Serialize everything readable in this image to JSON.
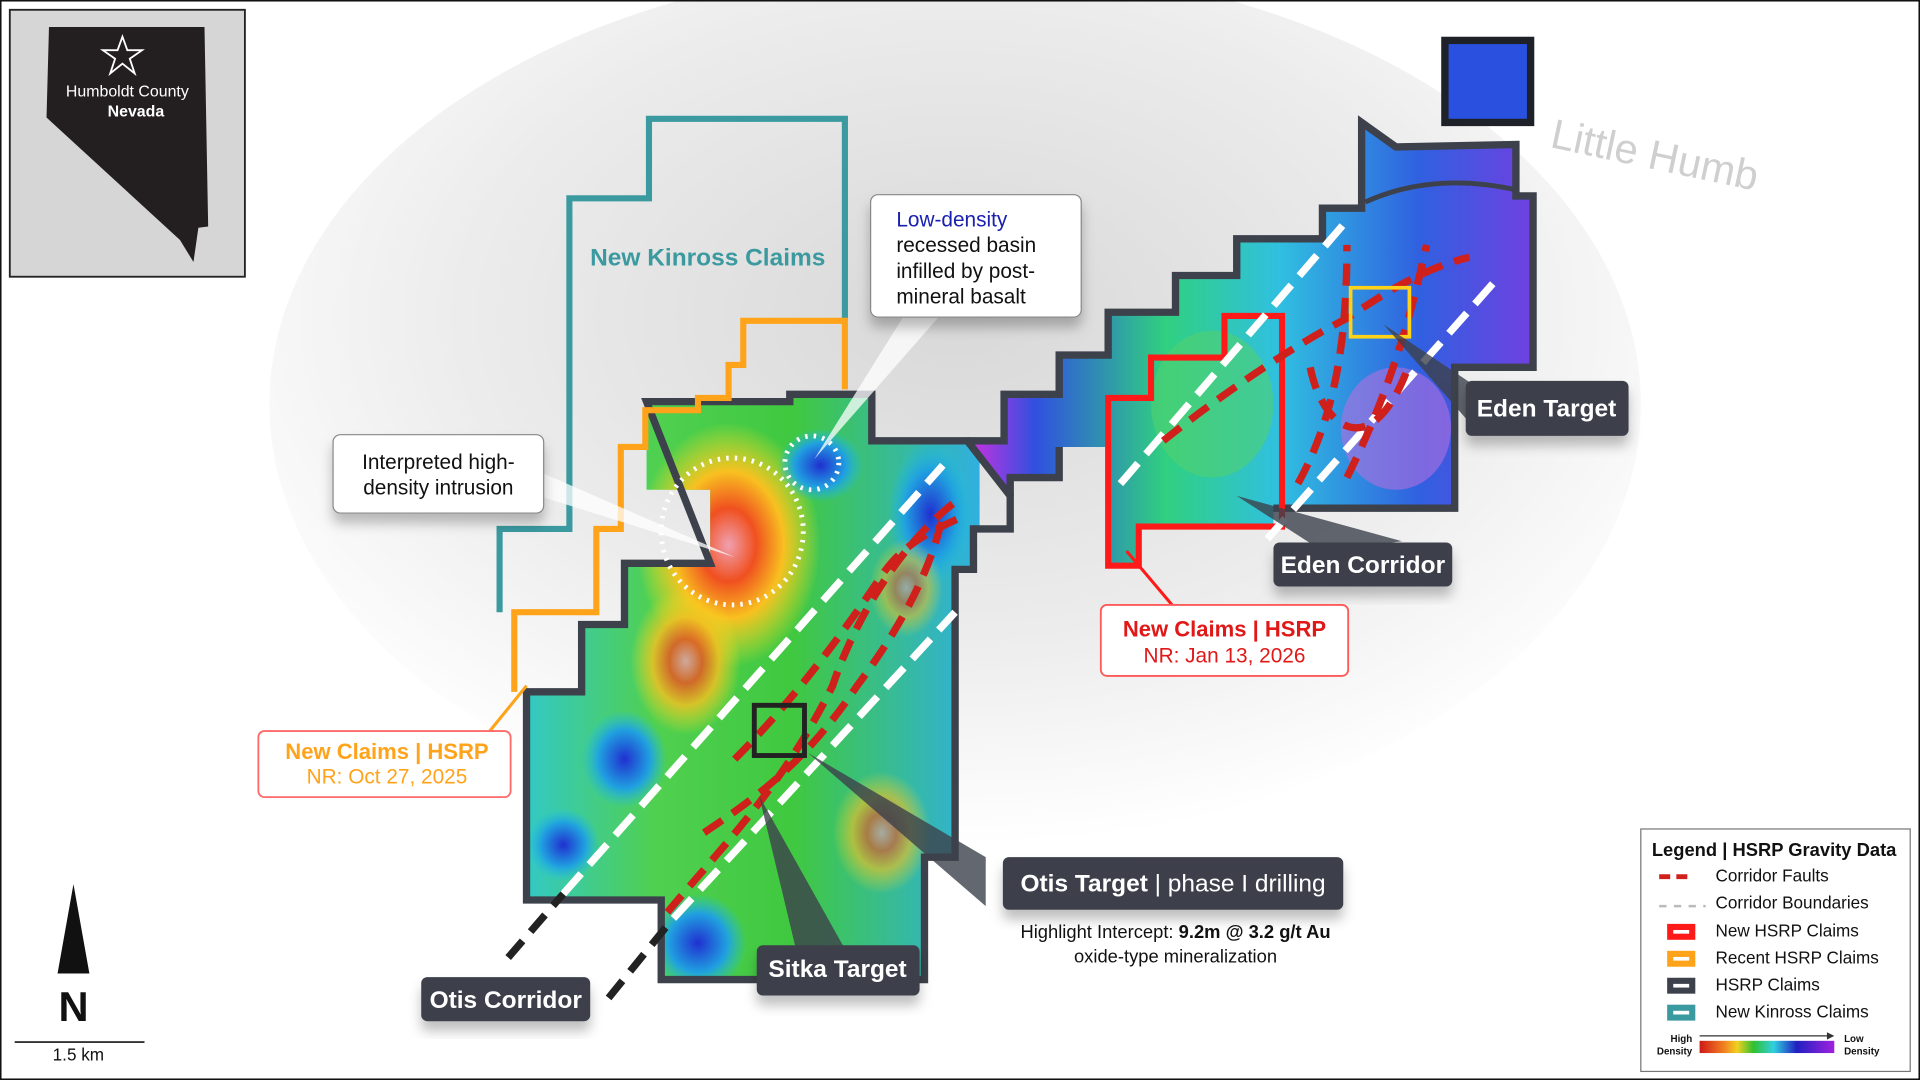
{
  "inset": {
    "county": "Humboldt County",
    "state": "Nevada"
  },
  "labels": {
    "kinross": "New Kinross Claims",
    "low_density_colored": "Low-density",
    "low_density_lines": [
      "recessed basin",
      "infilled by post-",
      "mineral basalt"
    ],
    "intrusion_lines": [
      "Interpreted high-",
      "density intrusion"
    ],
    "eden_target": "Eden Target",
    "eden_corridor": "Eden Corridor",
    "new_claims_jan_title": "New Claims | HSRP",
    "new_claims_jan_date": "NR: Jan 13, 2026",
    "new_claims_oct_title": "New Claims  | HSRP",
    "new_claims_oct_date": "NR: Oct 27, 2025",
    "otis_target_bold": "Otis Target",
    "otis_target_rest": " | phase I drilling",
    "highlight_prefix": "Highlight Intercept: ",
    "highlight_value": "9.2m @ 3.2 g/t Au",
    "highlight_line2": "oxide-type mineralization",
    "sitka_target": "Sitka Target",
    "otis_corridor": "Otis Corridor",
    "basemap_place": "Little Humb"
  },
  "north_arrow": "N",
  "scale_bar": "1.5 km",
  "legend": {
    "title": "Legend | HSRP Gravity Data",
    "items": [
      {
        "label": "Corridor Faults",
        "color": "#d0201c",
        "type": "dash"
      },
      {
        "label": "Corridor Boundaries",
        "color": "#bbbbbb",
        "type": "dash-light"
      },
      {
        "label": "New HSRP Claims",
        "color": "#ff1a1a",
        "type": "box"
      },
      {
        "label": "Recent HSRP Claims",
        "color": "#ffa31a",
        "type": "box"
      },
      {
        "label": "HSRP Claims",
        "color": "#3c414b",
        "type": "box"
      },
      {
        "label": "New Kinross Claims",
        "color": "#3a9aa0",
        "type": "box"
      }
    ],
    "ramp_high": [
      "High",
      "Density"
    ],
    "ramp_low": [
      "Low",
      "Density"
    ]
  },
  "colors": {
    "hsrp": "#3c414b",
    "new": "#ff1a1a",
    "recent": "#ffa31a",
    "kinross": "#3a9aa0",
    "fault": "#d0201c",
    "label_bg": "#3c414b"
  }
}
